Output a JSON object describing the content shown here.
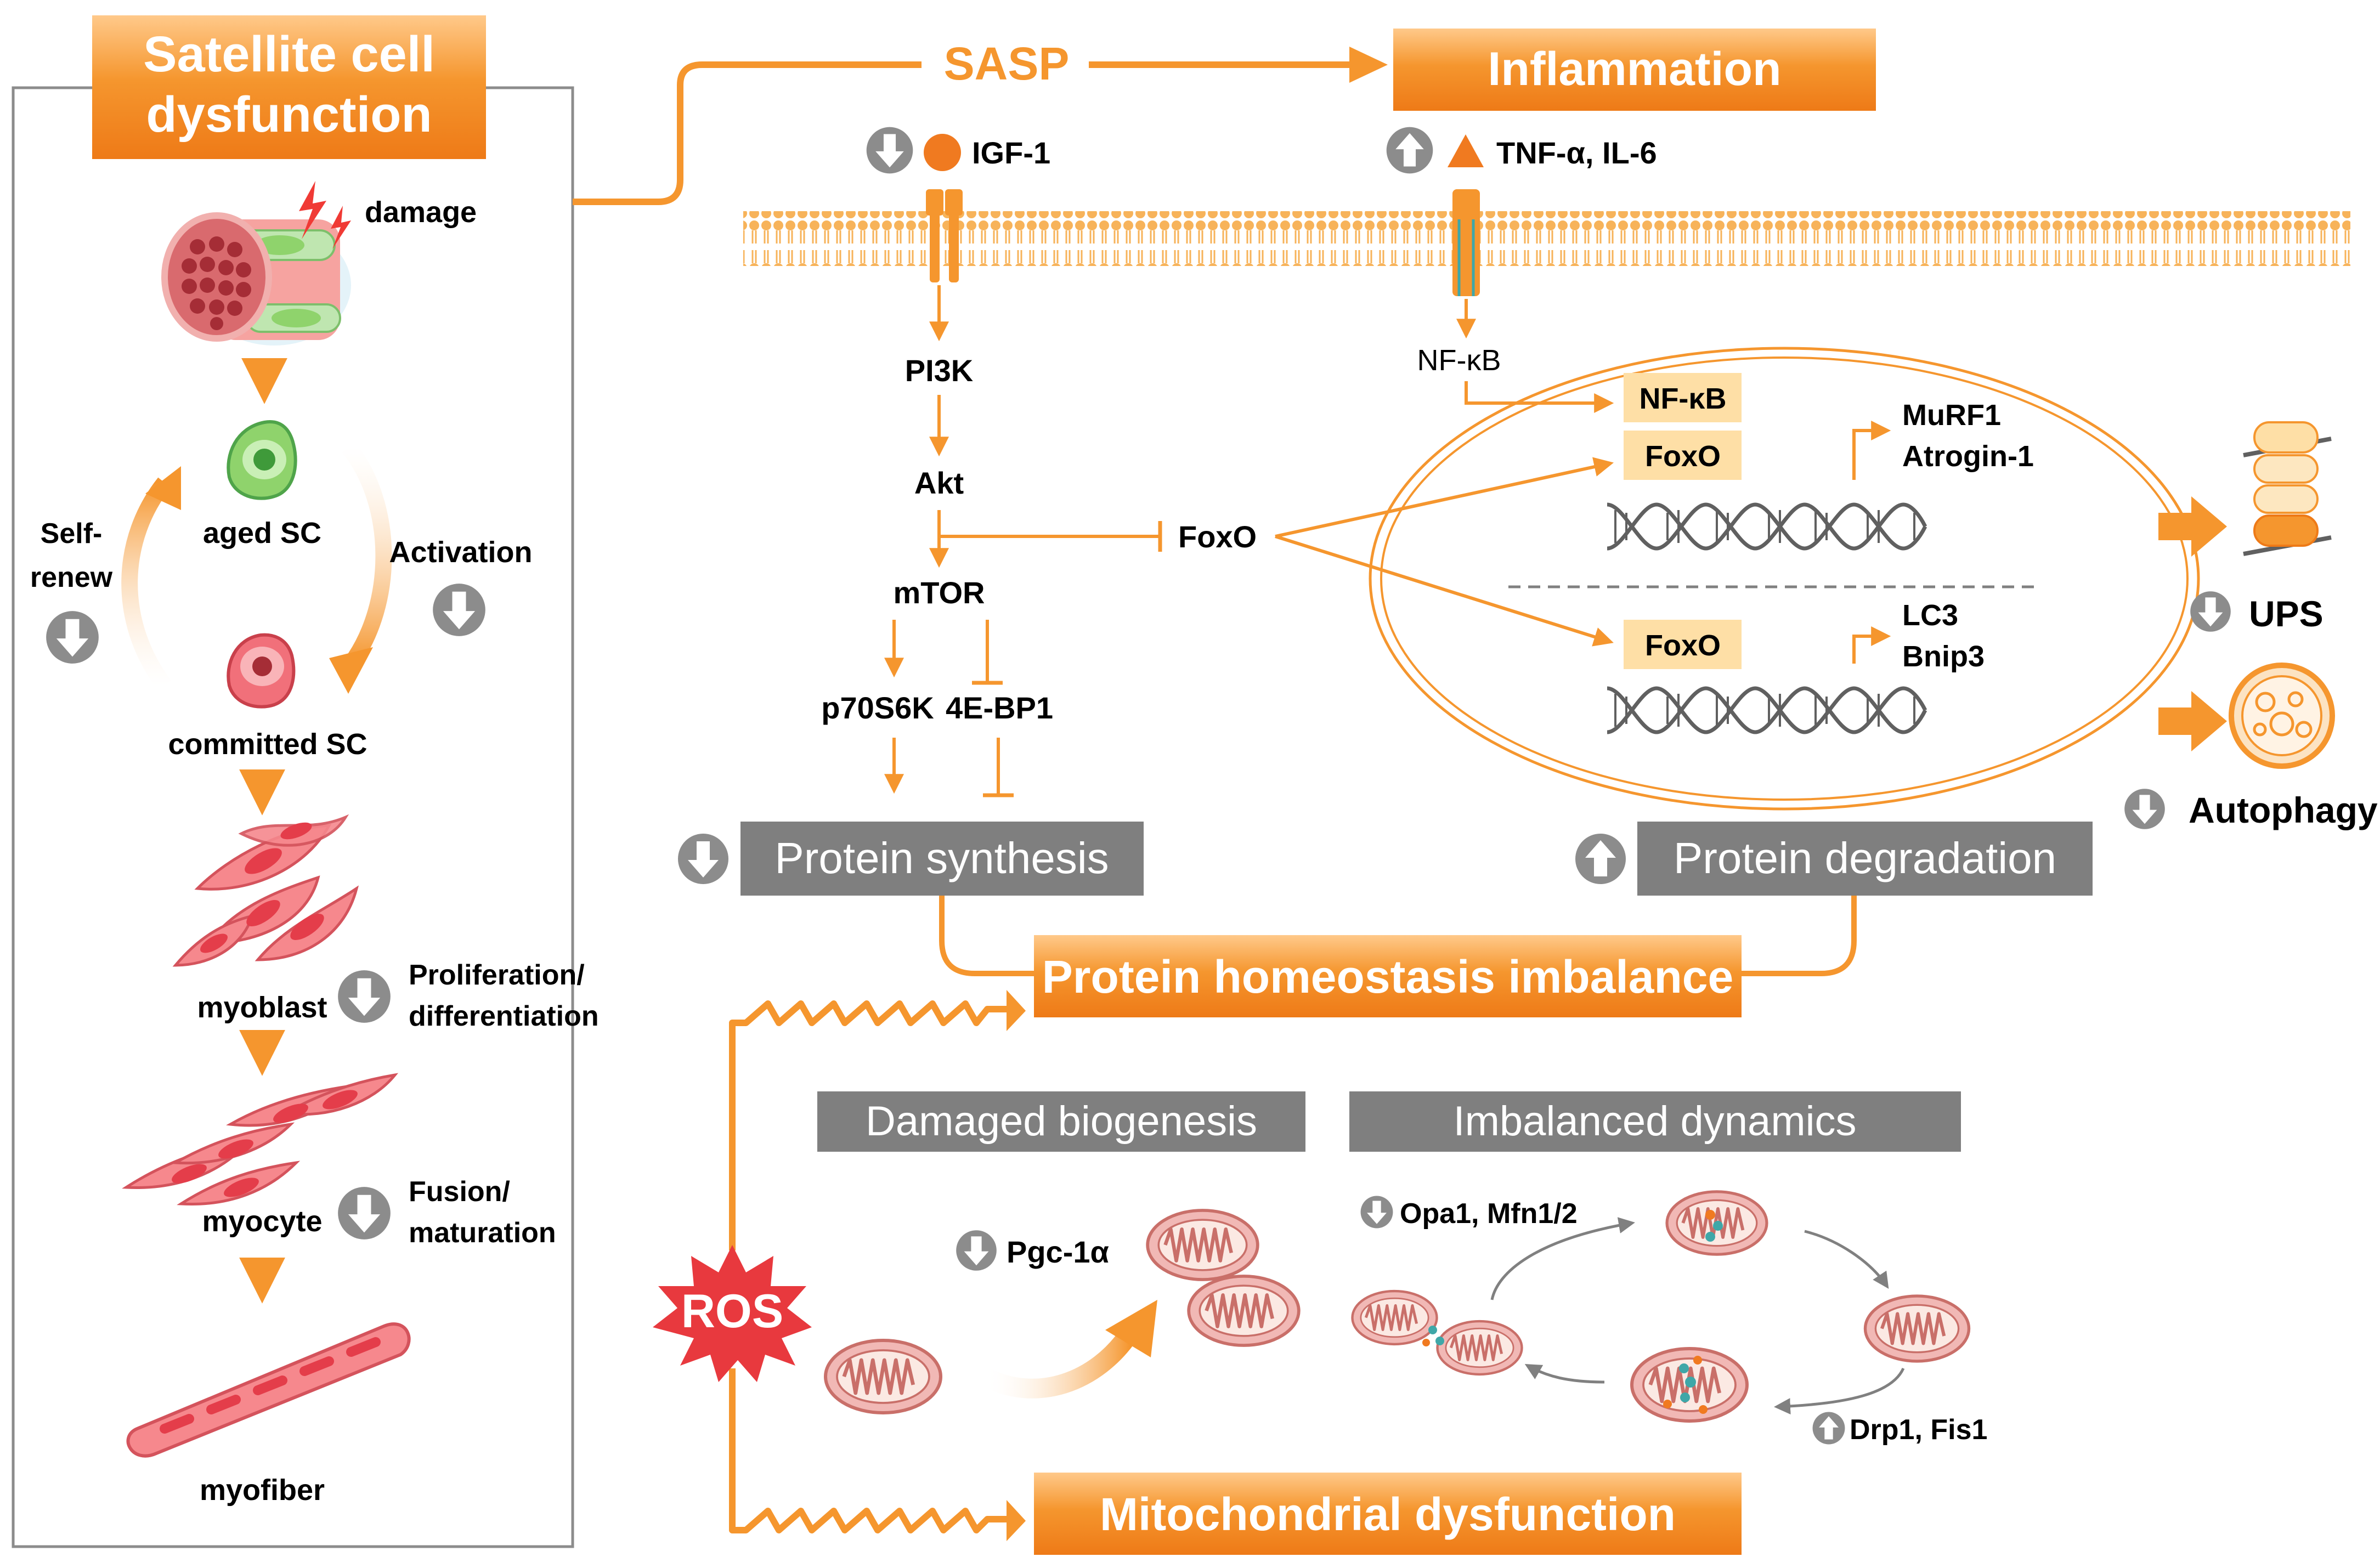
{
  "colors": {
    "orange": "#F5962E",
    "orange_dark": "#EE7A17",
    "orange_light": "#FFC98A",
    "pale_box": "#FEDFA6",
    "gray_box": "#7F7F7F",
    "gray_icon": "#8C8C8C",
    "red_ros": "#E8393E",
    "dna_gray": "#606060",
    "muscle_red": "#F27F86",
    "sc_green": "#8FD36C",
    "sc_red": "#F1707A"
  },
  "sc_panel": {
    "title_line1": "Satellite cell",
    "title_line2": "dysfunction",
    "damage": "damage",
    "aged_sc": "aged SC",
    "self_line1": "Self-",
    "self_line2": "renew",
    "activation": "Activation",
    "committed_sc": "committed SC",
    "myoblast": "myoblast",
    "prolif_line1": "Proliferation/",
    "prolif_line2": "differentiation",
    "myocyte": "myocyte",
    "fusion_line1": "Fusion/",
    "fusion_line2": "maturation",
    "myofiber": "myofiber"
  },
  "top": {
    "sasp": "SASP",
    "inflammation": "Inflammation",
    "igf1": "IGF-1",
    "tnf": "TNF-α, IL-6"
  },
  "pathway": {
    "pi3k": "PI3K",
    "akt": "Akt",
    "mtor": "mTOR",
    "p70s6k": "p70S6K",
    "ebp1": "4E-BP1",
    "foxo": "FoxO",
    "nfkb": "NF-κB"
  },
  "nucleus": {
    "nfkb_box": "NF-κB",
    "foxo_box1": "FoxO",
    "foxo_box2": "FoxO",
    "murf1": "MuRF1",
    "atrogin": "Atrogin-1",
    "lc3": "LC3",
    "bnip3": "Bnip3"
  },
  "outputs": {
    "ups": "UPS",
    "autophagy": "Autophagy",
    "protein_synthesis": "Protein synthesis",
    "protein_degradation": "Protein degradation",
    "homeostasis": "Protein homeostasis imbalance"
  },
  "mito": {
    "ros": "ROS",
    "damaged_biogenesis": "Damaged biogenesis",
    "imbalanced_dynamics": "Imbalanced dynamics",
    "pgc": "Pgc-1α",
    "opa1": "Opa1, Mfn1/2",
    "drp1": "Drp1, Fis1",
    "dysfunction": "Mitochondrial dysfunction"
  }
}
